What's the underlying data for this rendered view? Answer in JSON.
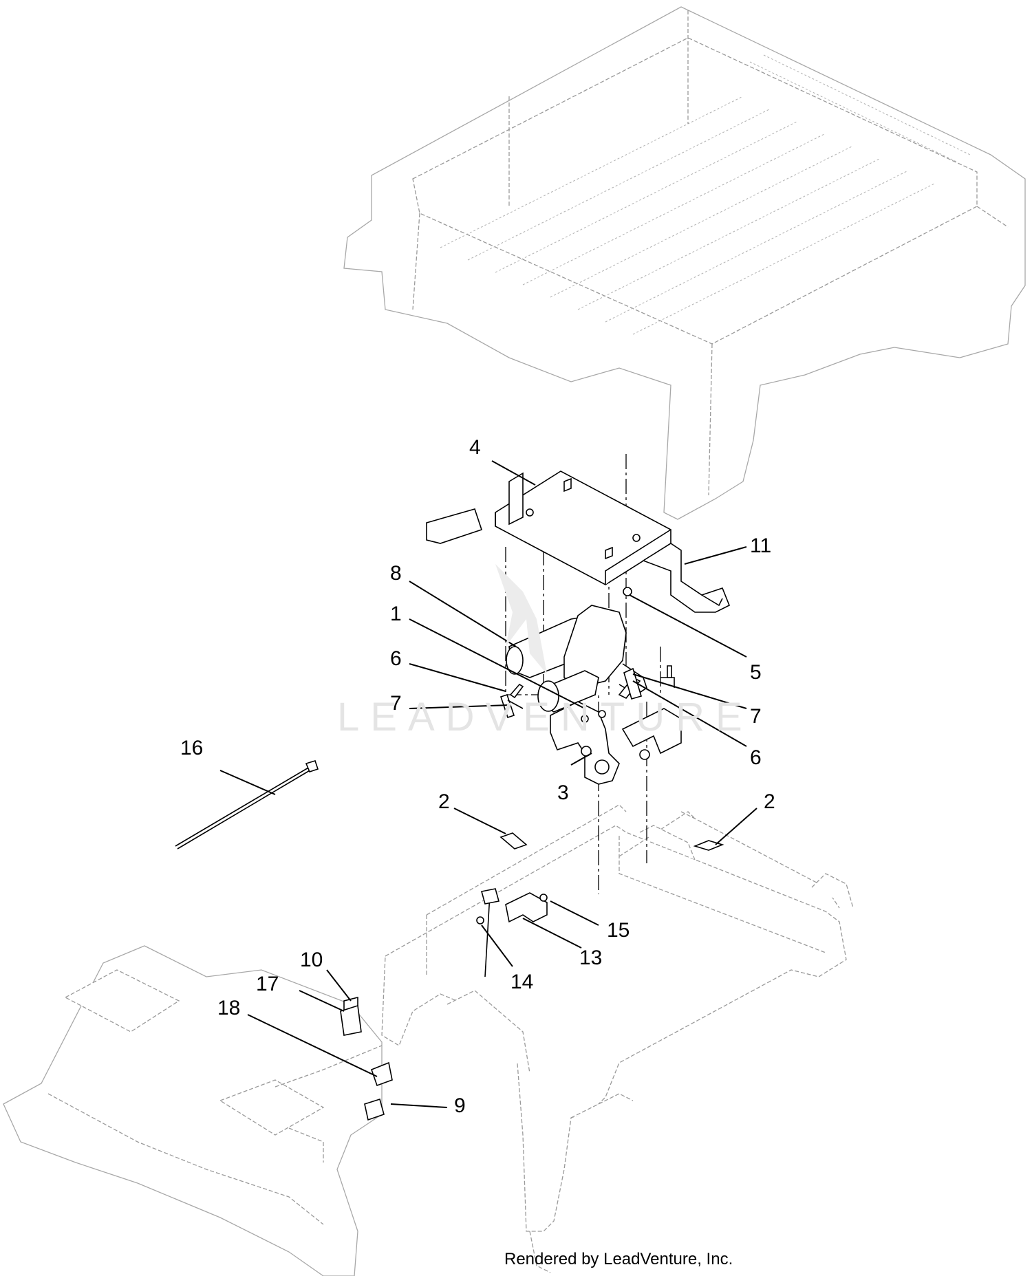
{
  "diagram": {
    "callouts": [
      {
        "id": "c4",
        "label": "4"
      },
      {
        "id": "c11",
        "label": "11"
      },
      {
        "id": "c8",
        "label": "8"
      },
      {
        "id": "c1",
        "label": "1"
      },
      {
        "id": "c5",
        "label": "5"
      },
      {
        "id": "c6a",
        "label": "6"
      },
      {
        "id": "c7a",
        "label": "7"
      },
      {
        "id": "c7b",
        "label": "7"
      },
      {
        "id": "c6b",
        "label": "6"
      },
      {
        "id": "c16",
        "label": "16"
      },
      {
        "id": "c3",
        "label": "3"
      },
      {
        "id": "c2a",
        "label": "2"
      },
      {
        "id": "c2b",
        "label": "2"
      },
      {
        "id": "c15",
        "label": "15"
      },
      {
        "id": "c13",
        "label": "13"
      },
      {
        "id": "c10",
        "label": "10"
      },
      {
        "id": "c14",
        "label": "14"
      },
      {
        "id": "c17",
        "label": "17"
      },
      {
        "id": "c18",
        "label": "18"
      },
      {
        "id": "c9",
        "label": "9"
      }
    ],
    "watermark": "LEADVENTURE",
    "credit": "Rendered by LeadVenture, Inc."
  }
}
